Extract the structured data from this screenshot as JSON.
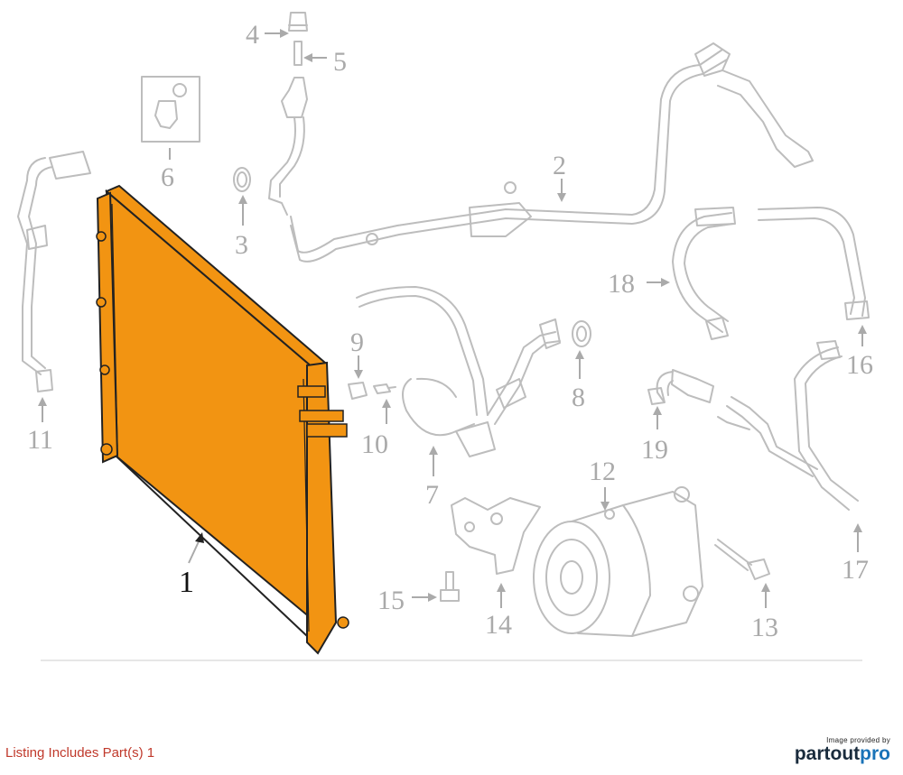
{
  "callouts": {
    "c1": "1",
    "c2": "2",
    "c3": "3",
    "c4": "4",
    "c5": "5",
    "c6": "6",
    "c7": "7",
    "c8": "8",
    "c9": "9",
    "c10": "10",
    "c11": "11",
    "c12": "12",
    "c13": "13",
    "c14": "14",
    "c15": "15",
    "c16": "16",
    "c17": "17",
    "c18": "18",
    "c19": "19"
  },
  "highlight_color": "#f29412",
  "footer": {
    "listing_text": "Listing Includes Part(s) 1"
  },
  "credit": {
    "small_text": "Image provided by",
    "logo_part1": "partout",
    "logo_part2": "pro"
  }
}
